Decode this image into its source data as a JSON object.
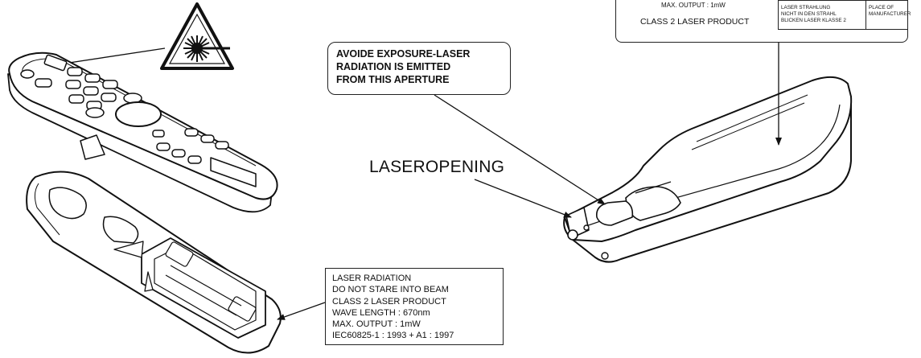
{
  "aperture_label": {
    "lines": [
      "AVOIDE EXPOSURE-LASER",
      "RADIATION IS EMITTED",
      "FROM THIS APERTURE"
    ]
  },
  "laser_opening": "LASEROPENING",
  "warning_label": {
    "lines": [
      "LASER RADIATION",
      "DO NOT STARE INTO BEAM",
      "CLASS 2 LASER PRODUCT",
      "WAVE LENGTH : 670nm",
      "MAX. OUTPUT : 1mW",
      "IEC60825-1 : 1993 + A1 : 1997"
    ]
  },
  "class_label": {
    "output": "MAX. OUTPUT : 1mW",
    "product": "CLASS 2 LASER PRODUCT",
    "german_lines": [
      "LASER STRAHLUNG",
      "NICHT IN DEN STRAHL",
      "BLICKEN LASER KLASSE 2"
    ],
    "manufacturer_lines": [
      "PLACE OF",
      "MANUFACTURER"
    ]
  },
  "icons": {
    "hazard": "laser-hazard-icon"
  }
}
